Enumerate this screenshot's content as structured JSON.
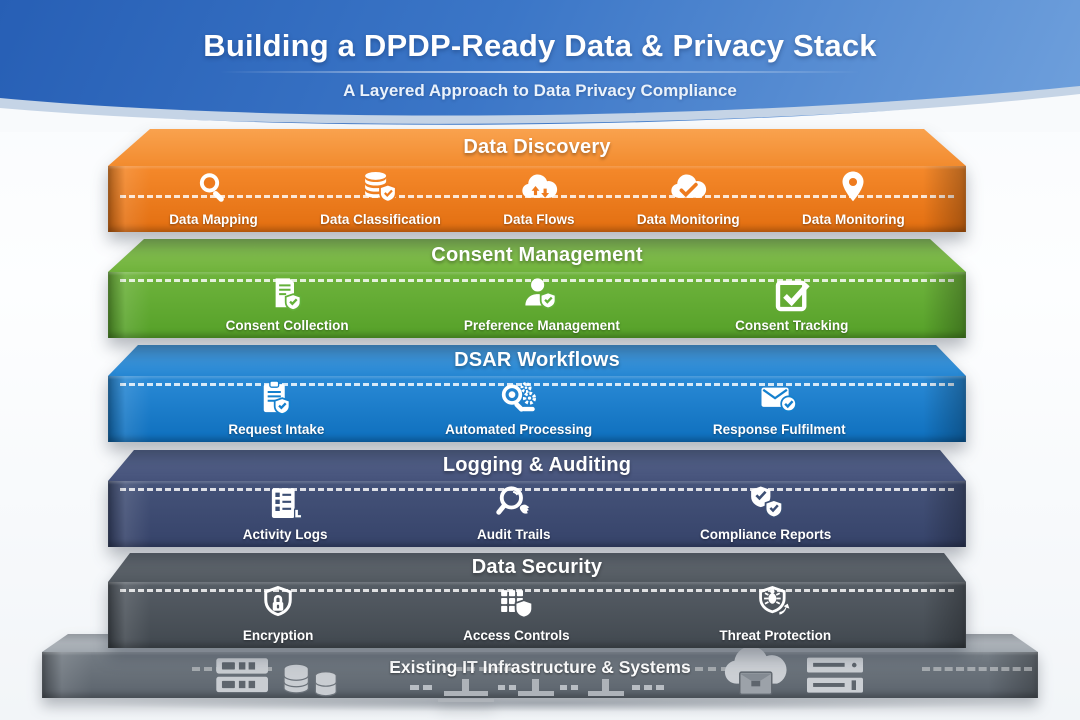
{
  "header": {
    "title": "Building a DPDP-Ready Data & Privacy Stack",
    "subtitle": "A Layered Approach to Data Privacy Compliance",
    "background_color": "#3A76C7",
    "text_color": "#FFFFFF"
  },
  "layers": [
    {
      "title": "Data Discovery",
      "color": "#EE7B1E",
      "items": [
        {
          "label": "Data Mapping",
          "icon": "magnifier-icon"
        },
        {
          "label": "Data Classification",
          "icon": "database-shield-icon"
        },
        {
          "label": "Data Flows",
          "icon": "cloud-arrows-icon"
        },
        {
          "label": "Data Monitoring",
          "icon": "cloud-check-icon"
        },
        {
          "label": "Data Monitoring",
          "icon": "location-pin-icon"
        }
      ]
    },
    {
      "title": "Consent Management",
      "color": "#64B13A",
      "items": [
        {
          "label": "Consent Collection",
          "icon": "document-shield-icon"
        },
        {
          "label": "Preference Management",
          "icon": "user-shield-icon"
        },
        {
          "label": "Consent Tracking",
          "icon": "checkbox-check-icon"
        }
      ]
    },
    {
      "title": "DSAR Workflows",
      "color": "#1480CE",
      "items": [
        {
          "label": "Request Intake",
          "icon": "clipboard-shield-icon"
        },
        {
          "label": "Automated Processing",
          "icon": "magnifier-gears-icon"
        },
        {
          "label": "Response Fulfilment",
          "icon": "envelope-check-icon"
        }
      ]
    },
    {
      "title": "Logging & Auditing",
      "color": "#3C4F74",
      "items": [
        {
          "label": "Activity Logs",
          "icon": "list-document-icon"
        },
        {
          "label": "Audit Trails",
          "icon": "magnifier-trail-icon"
        },
        {
          "label": "Compliance Reports",
          "icon": "double-shield-check-icon"
        }
      ]
    },
    {
      "title": "Data Security",
      "color": "#4D545C",
      "items": [
        {
          "label": "Encryption",
          "icon": "shield-lock-icon"
        },
        {
          "label": "Access Controls",
          "icon": "keypad-shield-icon"
        },
        {
          "label": "Threat Protection",
          "icon": "shield-bug-icon"
        }
      ]
    }
  ],
  "base": {
    "title": "Existing IT Infrastructure & Systems",
    "color": "#666E77",
    "icons": [
      "server-rack-icon",
      "database-stack-icon",
      "network-nodes-icon",
      "cloud-briefcase-icon",
      "server-list-icon"
    ]
  }
}
